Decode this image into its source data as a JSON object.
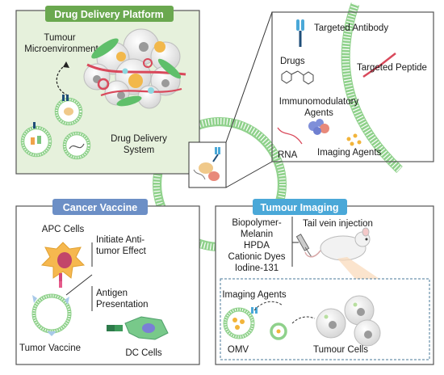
{
  "panels": {
    "drug_delivery": {
      "title": "Drug Delivery Platform",
      "tumour_line1": "Tumour",
      "tumour_line2": "Microenvironment",
      "system_line1": "Drug Delivery",
      "system_line2": "System"
    },
    "inset": {
      "targeted_antibody": "Targeted Antibody",
      "drugs": "Drugs",
      "targeted_peptide": "Targeted Peptide",
      "immuno_line1": "Immunomodulatory",
      "immuno_line2": "Agents",
      "rna": "RNA",
      "imaging_agents": "Imaging Agents"
    },
    "cancer_vaccine": {
      "title": "Cancer Vaccine",
      "apc_cells": "APC Cells",
      "initiate_line1": "Initiate Anti-",
      "initiate_line2": "tumor Effect",
      "antigen_line1": "Antigen",
      "antigen_line2": "Presentation",
      "tumor_vaccine": "Tumor Vaccine",
      "dc_cells": "DC Cells"
    },
    "tumour_imaging": {
      "title": "Tumour Imaging",
      "agents_line1": "Biopolymer-",
      "agents_line2": "Melanin",
      "agents_line3": "HPDA",
      "agents_line4": "Cationic Dyes",
      "agents_line5": "Iodine-131",
      "tail_vein": "Tail vein injection",
      "imaging_agents": "Imaging Agents",
      "omv": "OMV",
      "tumour_cells": "Tumour Cells"
    }
  },
  "colors": {
    "panel_fill": "#e6f1dc",
    "panel_border": "#555555",
    "header_green": "#6aa84f",
    "header_blue": "#6c8fc6",
    "header_cyan": "#4aa8d8",
    "membrane": "#8fd18b"
  }
}
